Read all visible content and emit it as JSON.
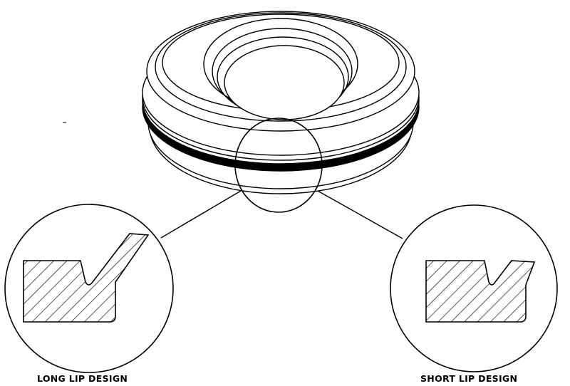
{
  "diagram": {
    "subject": "Ring seal with two lip cross-section details",
    "details": [
      {
        "id": "long-lip",
        "label": "LONG LIP DESIGN"
      },
      {
        "id": "short-lip",
        "label": "SHORT LIP DESIGN"
      }
    ],
    "colors": {
      "line": "#000000",
      "background": "#ffffff"
    }
  }
}
